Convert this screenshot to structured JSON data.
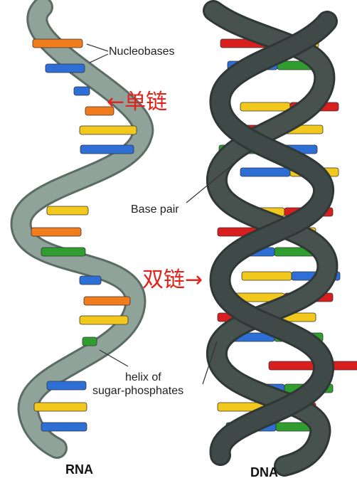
{
  "labels": {
    "nucleobases": "Nucleobases",
    "single_strand": "←单链",
    "base_pair": "Base pair",
    "double_strand": "双链→",
    "helix_line1": "helix of",
    "helix_line2": "sugar-phosphates",
    "rna": "RNA",
    "dna": "DNA"
  },
  "colors": {
    "rna_backbone": "#8fa39a",
    "dna_backbone": "#3f4a48",
    "orange": "#f07c1e",
    "blue": "#2d6fd6",
    "yellow": "#f2c81c",
    "green": "#2f9e2f",
    "red": "#d81e1e",
    "annotation": "#e3231b"
  }
}
